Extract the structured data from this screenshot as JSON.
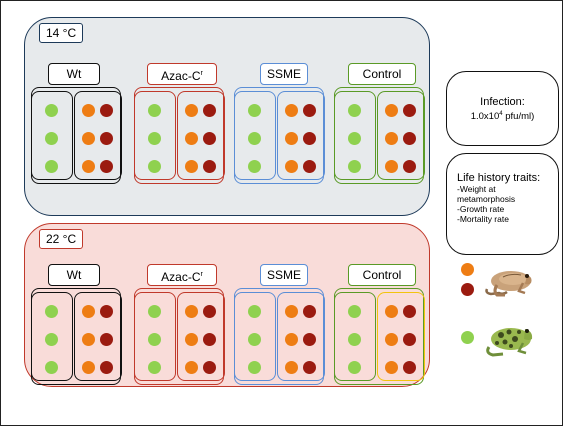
{
  "panels": [
    {
      "temperature": "14 °C",
      "groups": [
        {
          "label": "Wt",
          "color": "#111111"
        },
        {
          "label": "Azac-C",
          "sup": "r",
          "color": "#c0392b"
        },
        {
          "label": "SSME",
          "color": "#5b8ed6"
        },
        {
          "label": "Control",
          "color": "#5a9a26"
        }
      ]
    },
    {
      "temperature": "22 °C",
      "groups": [
        {
          "label": "Wt",
          "color": "#111111"
        },
        {
          "label": "Azac-C",
          "sup": "r",
          "color": "#c0392b"
        },
        {
          "label": "SSME",
          "color": "#5b8ed6"
        },
        {
          "label": "Control",
          "color": "#5a9a26",
          "box_color": "#f2c40f"
        }
      ]
    }
  ],
  "infection": {
    "title": "Infection:",
    "dose": "1.0x10",
    "dose_exp": "4",
    "dose_unit": " pfu/ml)"
  },
  "life_history": {
    "title": "Life history traits:",
    "items": [
      "-Weight at",
      "metamorphosis",
      "-Growth rate",
      "-Mortality rate"
    ]
  },
  "colors": {
    "green": "#8fd14f",
    "orange": "#ee7d14",
    "dark_red": "#9b1b10"
  },
  "legend": [
    {
      "dots": [
        "orange",
        "dark_red"
      ],
      "icon": "wood-frog-icon"
    },
    {
      "dots": [
        "green"
      ],
      "icon": "leopard-frog-icon"
    }
  ]
}
